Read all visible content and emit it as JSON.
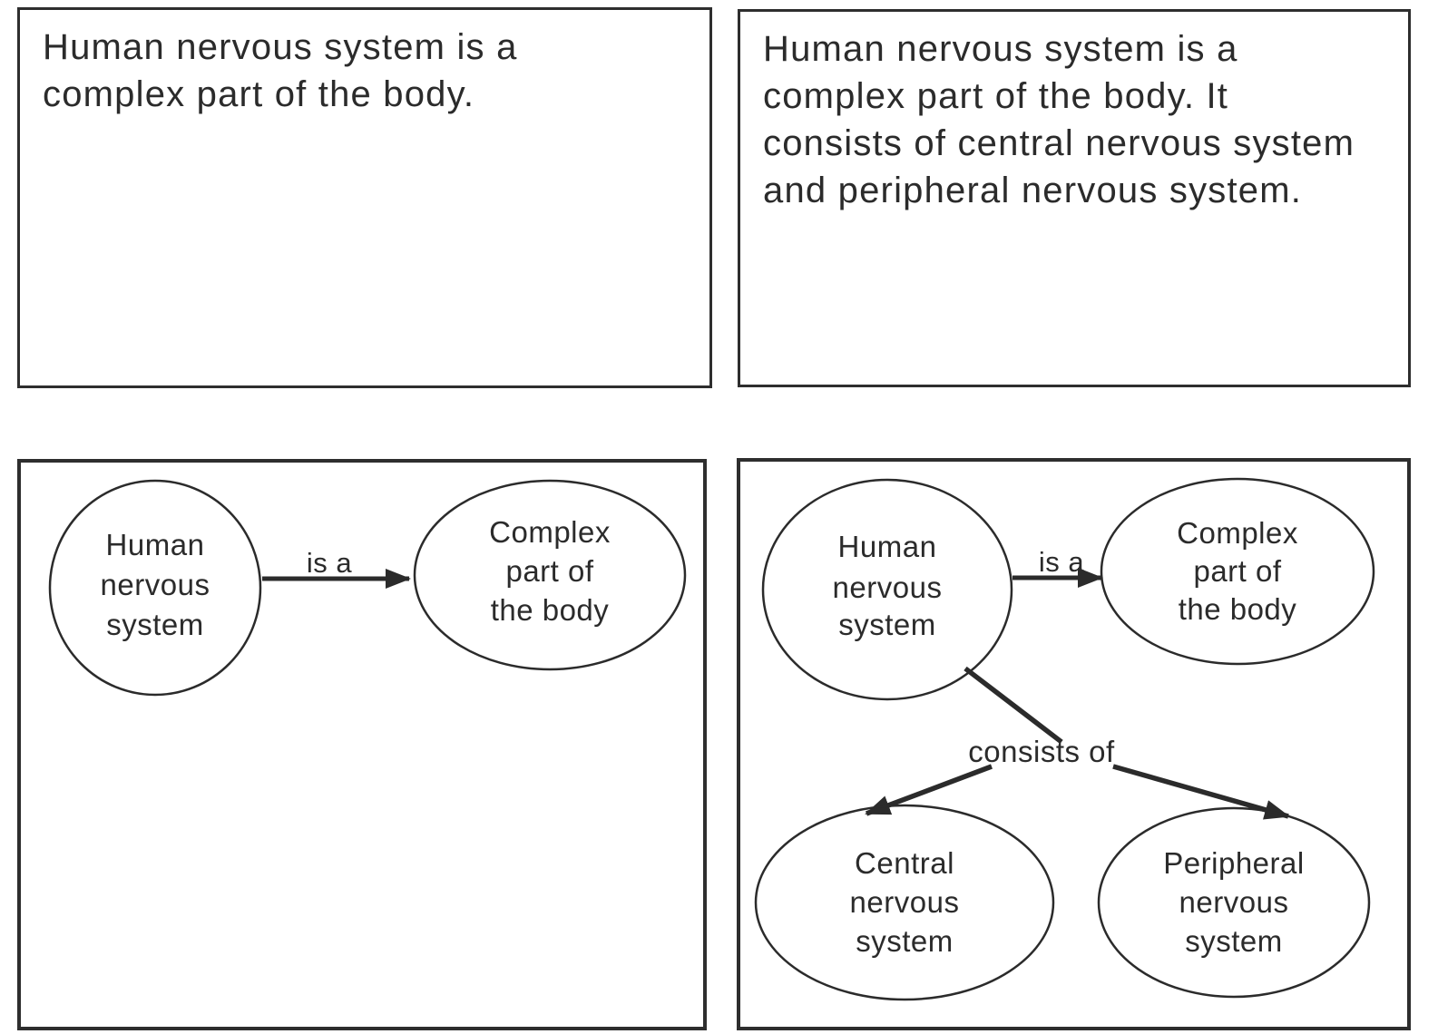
{
  "colors": {
    "ink": "#2b2b2b",
    "panel_border": "#2e2e2e",
    "background": "#ffffff"
  },
  "panels": {
    "top_left": {
      "lines": [
        "Human nervous system is a",
        "complex part of the body."
      ]
    },
    "top_right": {
      "lines": [
        "Human nervous system is a",
        "complex part of the body. It",
        "consists of central nervous system",
        "and peripheral nervous system."
      ]
    },
    "bottom_left": {
      "nodes": {
        "human": {
          "lines": [
            "Human",
            "nervous",
            "system"
          ]
        },
        "complex": {
          "lines": [
            "Complex",
            "part of",
            "the body"
          ]
        }
      },
      "labels": {
        "is_a": "is a"
      }
    },
    "bottom_right": {
      "nodes": {
        "human": {
          "lines": [
            "Human",
            "nervous",
            "system"
          ]
        },
        "complex": {
          "lines": [
            "Complex",
            "part of",
            "the body"
          ]
        },
        "central": {
          "lines": [
            "Central",
            "nervous",
            "system"
          ]
        },
        "peripheral": {
          "lines": [
            "Peripheral",
            "nervous",
            "system"
          ]
        }
      },
      "labels": {
        "is_a": "is a",
        "consists_of": "consists of"
      }
    }
  }
}
